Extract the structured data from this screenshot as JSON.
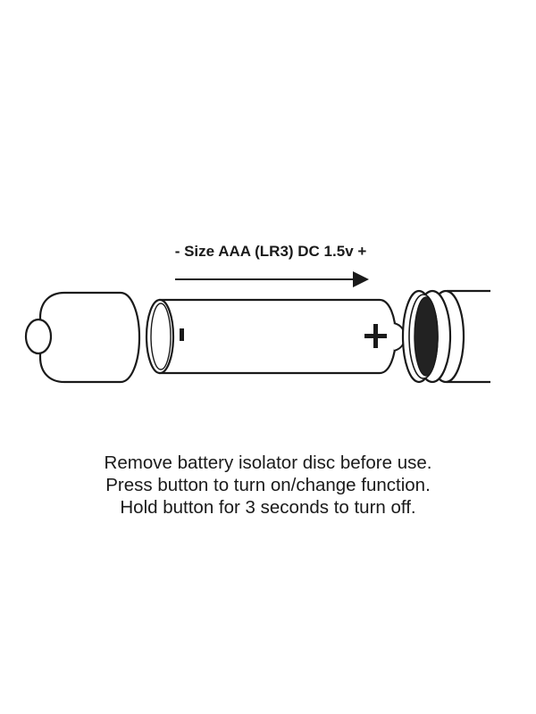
{
  "diagram": {
    "battery_label": "- Size AAA (LR3) DC 1.5v +",
    "battery_negative_symbol": "-",
    "battery_positive_symbol": "+",
    "components": [
      {
        "id": "end-cap",
        "description": "screw-off end cap with button nub"
      },
      {
        "id": "battery",
        "description": "AAA battery, negative end left, positive end right"
      },
      {
        "id": "bullet-body",
        "description": "bullet body with threaded rings and dark battery compartment"
      }
    ],
    "arrow": {
      "direction": "right"
    },
    "colors": {
      "stroke": "#1a1a1a",
      "fill": "#ffffff",
      "compartment": "#222222"
    }
  },
  "instructions": {
    "lines": [
      "Remove battery isolator disc before use.",
      "Press button to turn on/change function.",
      "Hold button for 3 seconds to turn off."
    ]
  }
}
